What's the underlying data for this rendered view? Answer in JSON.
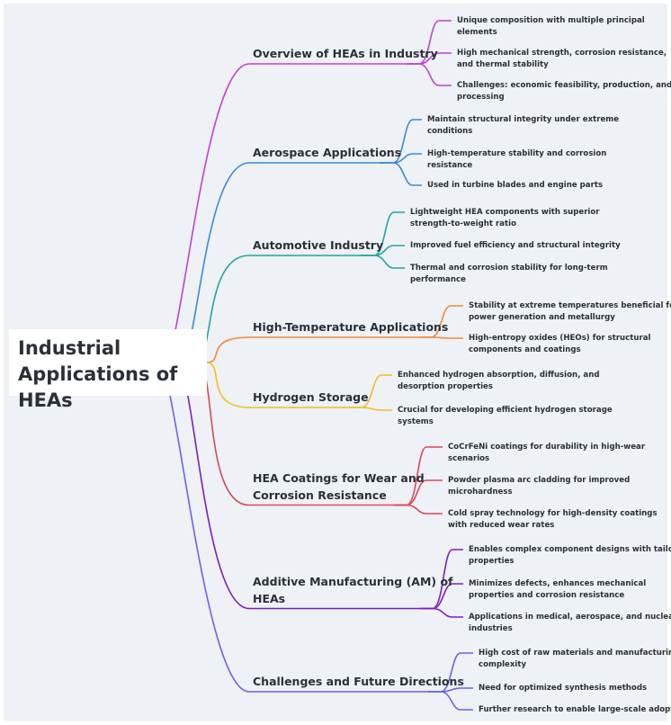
{
  "root": {
    "line1": "Industrial",
    "line2": "Applications of HEAs"
  },
  "branches": [
    {
      "color": "#c23fd6",
      "label": [
        "Overview of HEAs in Industry"
      ],
      "leaves": [
        [
          "Unique composition with multiple principal",
          "elements"
        ],
        [
          "High mechanical strength, corrosion resistance,",
          "and thermal stability"
        ],
        [
          "Challenges: economic feasibility, production, and",
          "processing"
        ]
      ]
    },
    {
      "color": "#3a8ad6",
      "label": [
        "Aerospace Applications"
      ],
      "leaves": [
        [
          "Maintain structural integrity under extreme",
          "conditions"
        ],
        [
          "High-temperature stability and corrosion",
          "resistance"
        ],
        [
          "Used in turbine blades and engine parts"
        ]
      ]
    },
    {
      "color": "#1fa89c",
      "label": [
        "Automotive Industry"
      ],
      "leaves": [
        [
          "Lightweight HEA components with superior",
          "strength-to-weight ratio"
        ],
        [
          "Improved fuel efficiency and structural integrity"
        ],
        [
          "Thermal and corrosion stability for long-term",
          "performance"
        ]
      ]
    },
    {
      "color": "#ee8a3c",
      "label": [
        "High-Temperature Applications"
      ],
      "leaves": [
        [
          "Stability at extreme temperatures beneficial for",
          "power generation and metallurgy"
        ],
        [
          "High-entropy oxides (HEOs) for structural",
          "components and coatings"
        ]
      ]
    },
    {
      "color": "#f2bd27",
      "label": [
        "Hydrogen Storage"
      ],
      "leaves": [
        [
          "Enhanced hydrogen absorption, diffusion, and",
          "desorption properties"
        ],
        [
          "Crucial for developing efficient hydrogen storage",
          "systems"
        ]
      ]
    },
    {
      "color": "#d9485a",
      "label": [
        "HEA Coatings for Wear and",
        "Corrosion Resistance"
      ],
      "leaves": [
        [
          "CoCrFeNi coatings for durability in high-wear",
          "scenarios"
        ],
        [
          "Powder plasma arc cladding for improved",
          "microhardness"
        ],
        [
          "Cold spray technology for high-density coatings",
          "with reduced wear rates"
        ]
      ]
    },
    {
      "color": "#7a1fc2",
      "label": [
        "Additive Manufacturing (AM) of",
        "HEAs"
      ],
      "leaves": [
        [
          "Enables complex component designs with tailored",
          "properties"
        ],
        [
          "Minimizes defects, enhances mechanical",
          "properties and corrosion resistance"
        ],
        [
          "Applications in medical, aerospace, and nuclear",
          "industries"
        ]
      ]
    },
    {
      "color": "#6a63ea",
      "label": [
        "Challenges and Future Directions"
      ],
      "leaves": [
        [
          "High cost of raw materials and manufacturing",
          "complexity"
        ],
        [
          "Need for optimized synthesis methods"
        ],
        [
          "Further research to enable large-scale adoption"
        ]
      ]
    }
  ]
}
